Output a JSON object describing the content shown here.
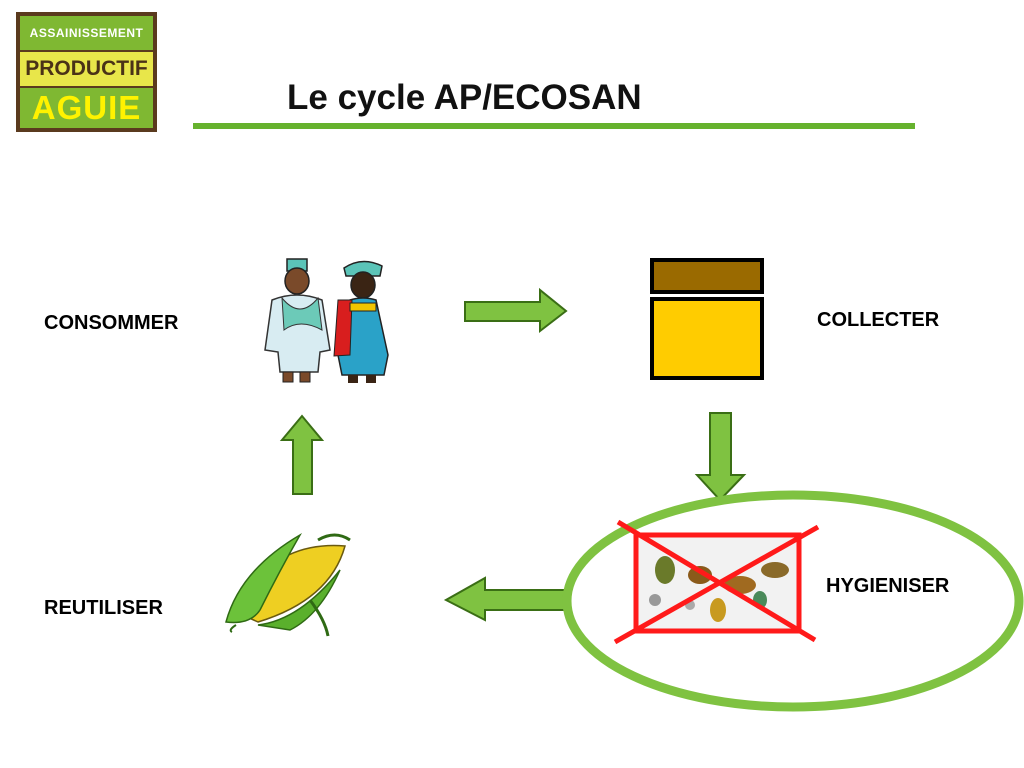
{
  "logo": {
    "line1": "ASSAINISSEMENT",
    "line2": "PRODUCTIF",
    "line3": "AGUIE"
  },
  "title": "Le cycle AP/ECOSAN",
  "steps": {
    "consommer": "CONSOMMER",
    "collecter": "COLLECTER",
    "hygieniser": "HYGIENISER",
    "reutiliser": "REUTILISER"
  },
  "colors": {
    "accent_green": "#66b22e",
    "arrow_green": "#7fc241",
    "bin_lid": "#9a6a00",
    "bin_body": "#ffcc00",
    "cross_red": "#ff1a1a"
  }
}
